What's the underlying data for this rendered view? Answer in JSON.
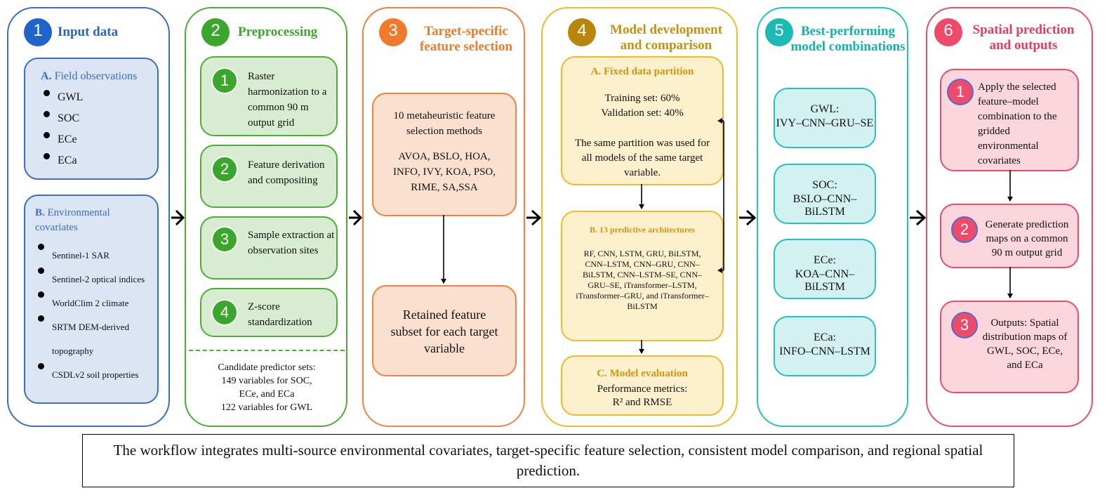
{
  "colors": {
    "input": "#3a6fc4",
    "preprocessing": "#4caf35",
    "feature": "#f0843c",
    "model": "#f1ba2b",
    "best": "#1fc4be",
    "spatial": "#ee4d6a"
  },
  "col1": {
    "num": "1",
    "title": "Input data",
    "field": {
      "prefix": "A.",
      "title": "Field observations",
      "items": [
        "GWL",
        "SOC",
        "ECe",
        "ECa"
      ]
    },
    "env": {
      "prefix": "B.",
      "title": "Environmental covariates",
      "items": [
        "Sentinel-1 SAR",
        "Sentinel-2 optical indices",
        "WorldClim 2 climate",
        "SRTM DEM-derived topography",
        "CSDLv2 soil properties"
      ]
    }
  },
  "col2": {
    "num": "2",
    "title": "Preprocessing",
    "steps": [
      {
        "num": "1",
        "text": "Raster harmonization to a common 90 m output grid"
      },
      {
        "num": "2",
        "text": "Feature derivation and compositing"
      },
      {
        "num": "3",
        "text": "Sample extraction at observation sites"
      },
      {
        "num": "4",
        "text": "Z-score standardization"
      }
    ],
    "candidate": [
      "Candidate predictor sets:",
      "149 variables for SOC,",
      "ECe, and ECa",
      "122 variables for GWL"
    ]
  },
  "col3": {
    "num": "3",
    "title": "Target-specific feature selection",
    "methods_title": "10 metaheuristic feature selection methods",
    "methods": "AVOA, BSLO, HOA, INFO, IVY, KOA, PSO, RIME, SA,SSA",
    "retained": "Retained feature subset for each target variable"
  },
  "col4": {
    "num": "4",
    "title": "Model development and comparison",
    "partition": {
      "title": "A. Fixed data partition",
      "training": "Training set: 60%",
      "validation": "Validation set: 40%",
      "note": "The same partition was used for all models of the same target variable."
    },
    "arch": {
      "title": "B. 13 predictive architectures",
      "text": "RF, CNN, LSTM, GRU, BiLSTM, CNN–LSTM, CNN–GRU, CNN–BiLSTM, CNN–LSTM–SE, CNN–GRU–SE, iTransformer–LSTM, iTransformer–GRU, and iTransformer–BiLSTM"
    },
    "eval": {
      "title": "C. Model evaluation",
      "line1": "Performance metrics:",
      "line2": "R² and RMSE"
    }
  },
  "col5": {
    "num": "5",
    "title": "Best-performing model combinations",
    "combos": [
      {
        "target": "GWL:",
        "model": "IVY–CNN–GRU–SE"
      },
      {
        "target": "SOC:",
        "model": "BSLO–CNN–BiLSTM"
      },
      {
        "target": "ECe:",
        "model": "KOA–CNN–BiLSTM"
      },
      {
        "target": "ECa:",
        "model": "INFO–CNN–LSTM"
      }
    ]
  },
  "col6": {
    "num": "6",
    "title": "Spatial prediction and outputs",
    "steps": [
      {
        "num": "1",
        "text": "Apply the selected feature–model combination to the gridded environmental covariates"
      },
      {
        "num": "2",
        "text": "Generate prediction maps on a common 90 m output grid"
      },
      {
        "num": "3",
        "text": "Outputs: Spatial distribution maps of GWL, SOC, ECe, and ECa"
      }
    ]
  },
  "caption": "The workflow integrates multi-source environmental covariates, target-specific feature selection, consistent model comparison, and regional spatial prediction."
}
